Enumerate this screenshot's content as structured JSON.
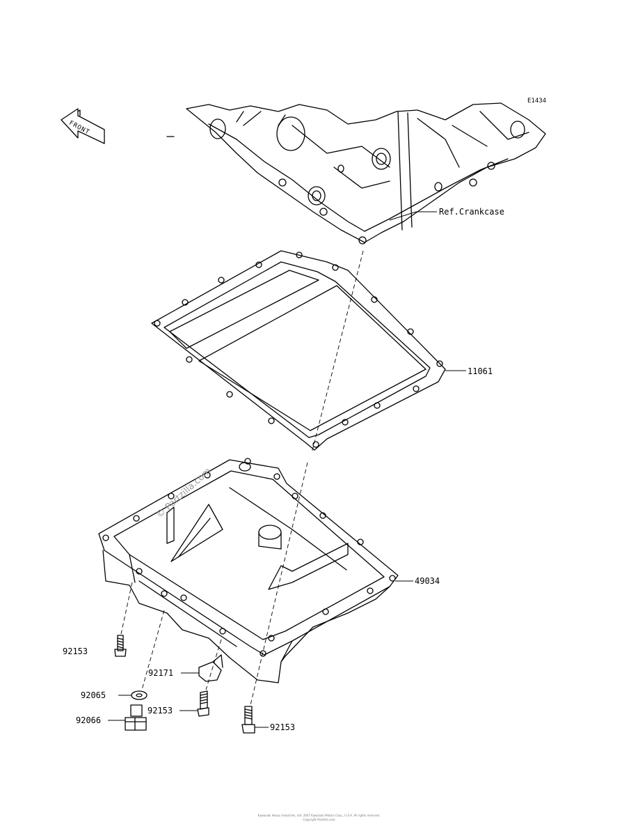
{
  "diagram_code": "E1434",
  "front_label": "FRONT",
  "watermark": "© Partzilla.com",
  "callouts": {
    "crankcase": "Ref.Crankcase",
    "gasket": "11061",
    "oil_pan": "49034",
    "bolt_left": "92153",
    "clamp": "92171",
    "washer": "92065",
    "bolt_mid": "92153",
    "drain_plug": "92066",
    "bolt_right": "92153"
  },
  "footer": {
    "line1": "Kawasaki Heavy Industries, Ltd. 2007 Kawasaki Motors Corp., U.S.A. All rights reserved.",
    "line2": "Copyright Partzilla.com"
  }
}
